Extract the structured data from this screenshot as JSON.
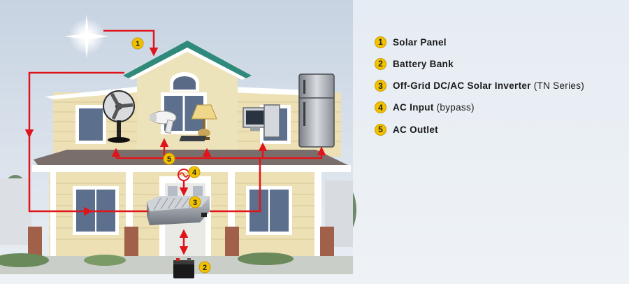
{
  "legend": {
    "items": [
      {
        "num": "1",
        "label": "Solar Panel",
        "extra": ""
      },
      {
        "num": "2",
        "label": "Battery Bank",
        "extra": ""
      },
      {
        "num": "3",
        "label": "Off-Grid DC/AC Solar Inverter",
        "extra": "(TN Series)"
      },
      {
        "num": "4",
        "label": "AC Input",
        "extra": "(bypass)"
      },
      {
        "num": "5",
        "label": "AC Outlet",
        "extra": ""
      }
    ]
  },
  "diagram": {
    "markers": [
      "1",
      "2",
      "3",
      "4",
      "5"
    ],
    "colors": {
      "wire": "#e0151b",
      "badge": "#f2c200",
      "roof": "#2f8a7c",
      "siding": "#ece0b4",
      "trim": "#ffffff",
      "brick": "#a0604a"
    }
  }
}
